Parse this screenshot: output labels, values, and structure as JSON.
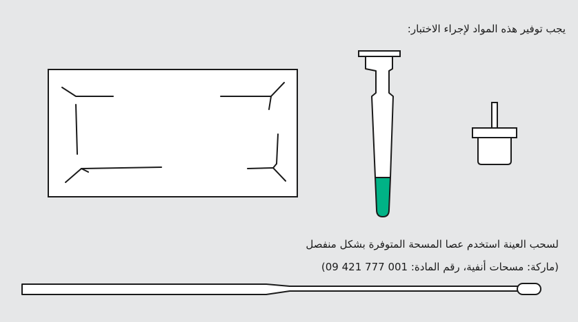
{
  "instructions": {
    "heading": "يجب توفير هذه المواد لإجراء الاختبار:",
    "swab_line_1": "لسحب العينة استخدم عصا المسحة المتوفرة بشكل منفصل",
    "swab_line_2": "(ماركة: مسحات أنفية، رقم المادة: 001 777 421 09)"
  },
  "colors": {
    "background": "#e6e7e8",
    "stroke": "#1a1a1a",
    "liquid": "#00b386",
    "fill": "#ffffff"
  },
  "icons": [
    "sealed-pouch-icon",
    "extraction-tube-icon",
    "dropper-cap-icon",
    "swab-stick-icon"
  ]
}
